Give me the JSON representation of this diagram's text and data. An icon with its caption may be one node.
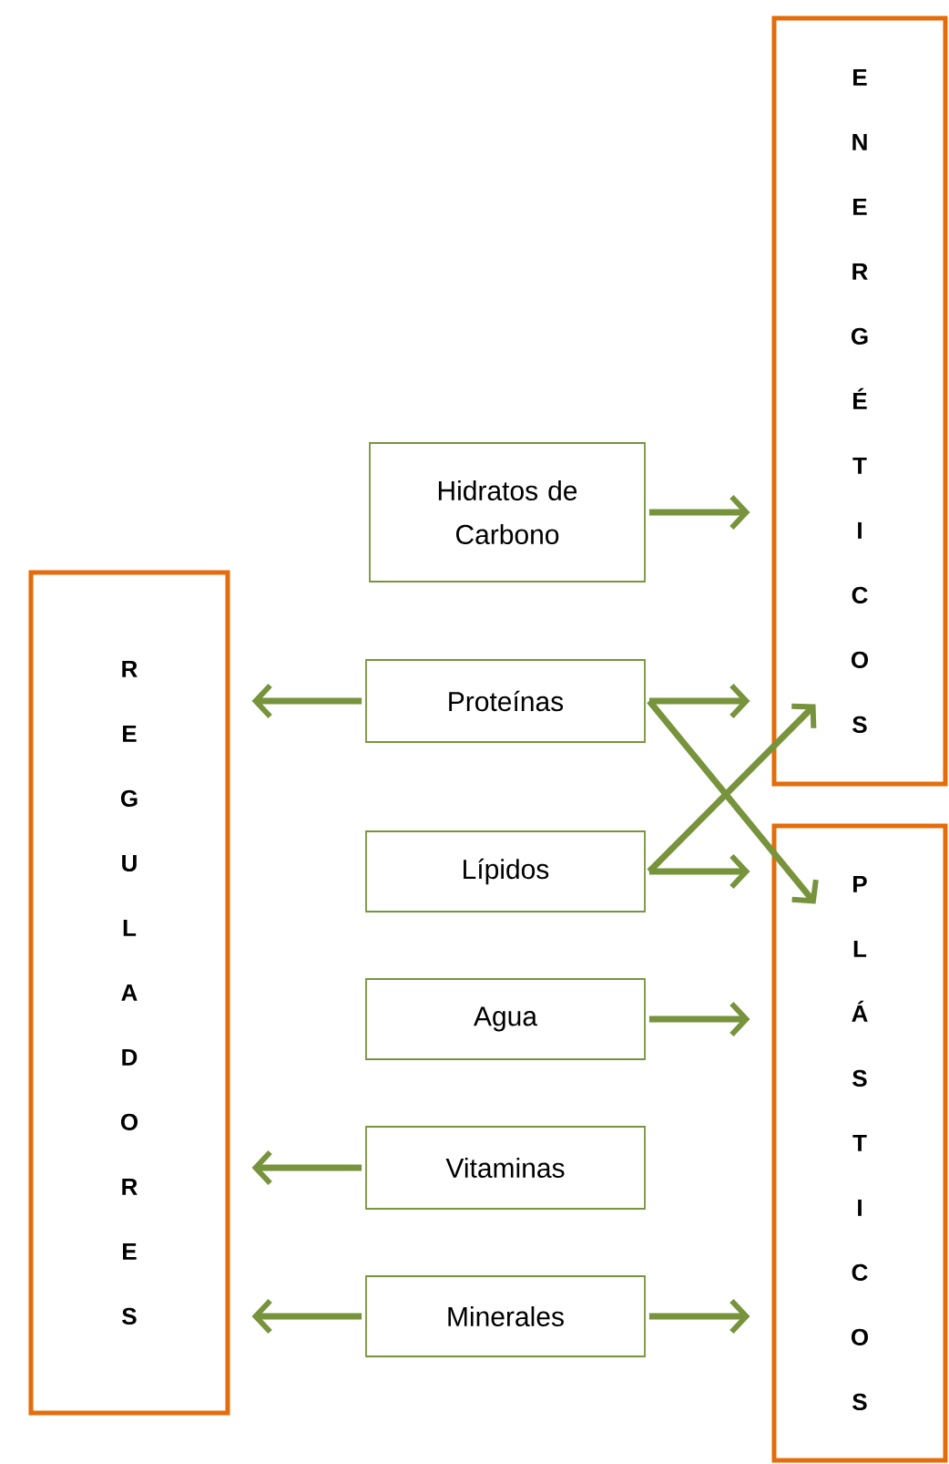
{
  "diagram": {
    "nodes": [
      {
        "text": [
          "E N E R G É T I C O S"
        ]
      },
      {
        "text": [
          "Hidratos de Carbono"
        ]
      },
      {
        "text": [
          "R E G U L A D O R E S"
        ]
      },
      {
        "text": [
          "Proteínas"
        ]
      },
      {
        "text": [
          "P L Á S T I C O S"
        ]
      },
      {
        "text": [
          "Lípidos"
        ]
      },
      {
        "text": [
          "Agua"
        ]
      },
      {
        "text": [
          "Vitaminas"
        ]
      },
      {
        "text": [
          "Minerales"
        ]
      }
    ],
    "edges": [
      {
        "from": 1,
        "to": 0,
        "arrow": "to"
      },
      {
        "from": 3,
        "to": 2,
        "arrow": "to"
      },
      {
        "from": 3,
        "to": 0,
        "arrow": "to"
      },
      {
        "from": 3,
        "to": 4,
        "arrow": "to"
      },
      {
        "from": 5,
        "to": 0,
        "arrow": "to"
      },
      {
        "from": 5,
        "to": 4,
        "arrow": "to"
      },
      {
        "from": 6,
        "to": 4,
        "arrow": "to"
      },
      {
        "from": 7,
        "to": 2,
        "arrow": "to"
      },
      {
        "from": 8,
        "to": 2,
        "arrow": "to"
      },
      {
        "from": 8,
        "to": 4,
        "arrow": "to"
      }
    ]
  }
}
